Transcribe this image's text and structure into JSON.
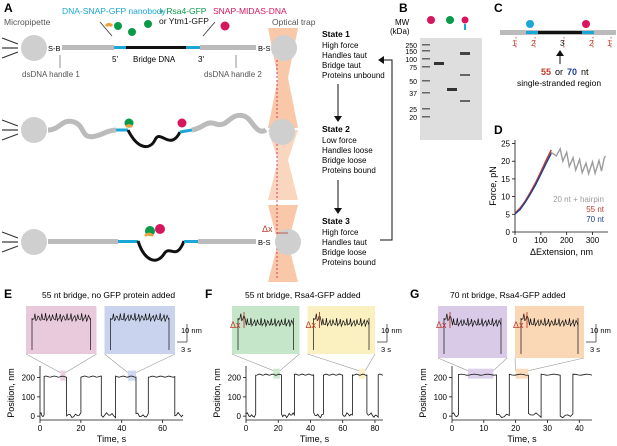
{
  "panels": {
    "A": "A",
    "B": "B",
    "C": "C",
    "D": "D",
    "E": "E",
    "F": "F",
    "G": "G"
  },
  "colors": {
    "cyan": "#1aa6d6",
    "green": "#0a9a4a",
    "magenta": "#d6155e",
    "orange": "#f2a03a",
    "navy": "#1c3f95",
    "red": "#c0392b",
    "gray": "#9c9c9c",
    "black": "#111111",
    "trap": "#f7b58b",
    "pink_box": "#e9c9dc",
    "blue_box": "#c9d3ee",
    "green_box": "#c6e6c9",
    "yellow_box": "#fbf0c0",
    "purple_box": "#d9cbe8",
    "orange_box": "#fbd8b5"
  },
  "panelA": {
    "title_part1": "DNA-SNAP-GFP nanobody",
    "title_plus": "+ Rsa4-GFP",
    "title_or": "or Ytm1-GFP",
    "title_part2": "SNAP-MIDAS-DNA",
    "micropipette": "Micropipette",
    "optical_trap": "Optical trap",
    "sb": "S-B",
    "bs": "B-S",
    "bridge_dna": "Bridge DNA",
    "five_prime": "5'",
    "three_prime": "3'",
    "handle1": "dsDNA handle 1",
    "handle2": "dsDNA handle 2",
    "delta_x": "Δx",
    "states": [
      {
        "title": "State 1",
        "lines": [
          "High force",
          "Handles taut",
          "Bridge taut",
          "Proteins unbound"
        ]
      },
      {
        "title": "State 2",
        "lines": [
          "Low force",
          "Handles loose",
          "Bridge loose",
          "Proteins bound"
        ]
      },
      {
        "title": "State 3",
        "lines": [
          "High force",
          "Handles taut",
          "Bridge loose",
          "Proteins bound"
        ]
      }
    ]
  },
  "panelB": {
    "mw_label": "MW",
    "unit": "(kDa)",
    "ladder": [
      "250",
      "150",
      "100",
      "75",
      "50",
      "37",
      "25",
      "20"
    ]
  },
  "panelC": {
    "marks": [
      "1",
      "2",
      "3",
      "2",
      "1"
    ],
    "nt_55": "55",
    "nt_or": "or",
    "nt_70": "70",
    "nt_suffix": "nt",
    "region": "single-stranded region"
  },
  "chart_data": [
    {
      "panel": "D",
      "type": "line",
      "xlabel": "ΔExtension, nm",
      "ylabel": "Force, pN",
      "xlim": [
        0,
        360
      ],
      "ylim": [
        0,
        26
      ],
      "xticks": [
        0,
        100,
        200,
        300
      ],
      "yticks": [
        0,
        5,
        10,
        15,
        20,
        25
      ],
      "legend_position": "bottom-right",
      "series": [
        {
          "name": "20 nt + hairpin",
          "color": "#9c9c9c",
          "x": [
            0,
            20,
            40,
            60,
            80,
            100,
            120,
            140,
            150,
            160,
            175,
            185,
            200,
            210,
            225,
            235,
            250,
            260,
            275,
            285,
            300,
            310,
            325,
            335,
            345,
            350
          ],
          "y": [
            5.2,
            6.5,
            8.5,
            11,
            13.5,
            16.5,
            19.5,
            22.5,
            22,
            21.5,
            23.5,
            20,
            22.5,
            18.5,
            21,
            17.5,
            20.5,
            16.8,
            19.5,
            16.5,
            19.8,
            16.6,
            20.2,
            17.2,
            20.8,
            21.5
          ]
        },
        {
          "name": "55 nt",
          "color": "#c0392b",
          "x": [
            0,
            20,
            40,
            60,
            80,
            100,
            120,
            140
          ],
          "y": [
            5.3,
            6.8,
            8.8,
            11.3,
            14,
            17,
            20.2,
            23.2
          ]
        },
        {
          "name": "70 nt",
          "color": "#1c3f95",
          "x": [
            0,
            20,
            40,
            60,
            80,
            100,
            120,
            140
          ],
          "y": [
            5.1,
            6.4,
            8.4,
            10.8,
            13.4,
            16.3,
            19.3,
            22.2
          ]
        }
      ]
    },
    {
      "panel": "E",
      "type": "line",
      "title": "55 nt bridge, no GFP protein added",
      "xlabel": "Time, s",
      "ylabel": "Position, nm",
      "xlim": [
        0,
        70
      ],
      "ylim": [
        -20,
        260
      ],
      "xticks": [
        0,
        20,
        40,
        60
      ],
      "yticks": [
        0,
        100,
        200
      ],
      "high_level": 205,
      "low_level": 5,
      "segments": [
        [
          0,
          2,
          "low"
        ],
        [
          2,
          13,
          "high"
        ],
        [
          13,
          20,
          "low"
        ],
        [
          20,
          30,
          "high"
        ],
        [
          30,
          37,
          "low"
        ],
        [
          37,
          47,
          "high"
        ],
        [
          47,
          53,
          "low"
        ],
        [
          53,
          66,
          "high"
        ],
        [
          66,
          70,
          "low"
        ]
      ],
      "highlights": [
        {
          "x": [
            10,
            12.5
          ],
          "color": "pink_box"
        },
        {
          "x": [
            43,
            47
          ],
          "color": "blue_box"
        }
      ],
      "scalebar": {
        "y": "10 nm",
        "x": "3 s"
      }
    },
    {
      "panel": "F",
      "type": "line",
      "title": "55 nt bridge, Rsa4-GFP added",
      "xlabel": "Time, s",
      "ylabel": "Position, nm",
      "xlim": [
        0,
        85
      ],
      "ylim": [
        -20,
        260
      ],
      "xticks": [
        0,
        20,
        40,
        60,
        80
      ],
      "yticks": [
        0,
        100,
        200
      ],
      "high_level": 215,
      "low_level": 5,
      "segments": [
        [
          0,
          6,
          "low"
        ],
        [
          6,
          22,
          "high"
        ],
        [
          22,
          30,
          "low"
        ],
        [
          30,
          42,
          "high"
        ],
        [
          42,
          48,
          "low"
        ],
        [
          48,
          60,
          "high"
        ],
        [
          60,
          66,
          "low"
        ],
        [
          66,
          75,
          "high"
        ],
        [
          75,
          82,
          "low"
        ],
        [
          82,
          85,
          "high"
        ]
      ],
      "highlights": [
        {
          "x": [
            17,
            21
          ],
          "color": "green_box"
        },
        {
          "x": [
            70,
            74
          ],
          "color": "yellow_box"
        }
      ],
      "delta_x": "Δx",
      "scalebar": {
        "y": "10 nm",
        "x": "3 s"
      }
    },
    {
      "panel": "G",
      "type": "line",
      "title": "70 nt bridge, Rsa4-GFP added",
      "xlabel": "Time, s",
      "ylabel": "Position, nm",
      "xlim": [
        0,
        44
      ],
      "ylim": [
        -20,
        260
      ],
      "xticks": [
        0,
        10,
        20,
        30,
        40
      ],
      "yticks": [
        0,
        100,
        200
      ],
      "high_level": 215,
      "low_level": 5,
      "segments": [
        [
          0,
          2,
          "low"
        ],
        [
          2,
          14,
          "high"
        ],
        [
          14,
          18,
          "low"
        ],
        [
          18,
          24,
          "high"
        ],
        [
          24,
          28,
          "low"
        ],
        [
          28,
          34,
          "high"
        ],
        [
          34,
          38,
          "low"
        ],
        [
          38,
          44,
          "high"
        ]
      ],
      "highlights": [
        {
          "x": [
            5,
            13
          ],
          "color": "purple_box"
        },
        {
          "x": [
            20,
            24
          ],
          "color": "orange_box"
        }
      ],
      "delta_x": "Δx",
      "scalebar": {
        "y": "10 nm",
        "x": "3 s"
      }
    }
  ]
}
